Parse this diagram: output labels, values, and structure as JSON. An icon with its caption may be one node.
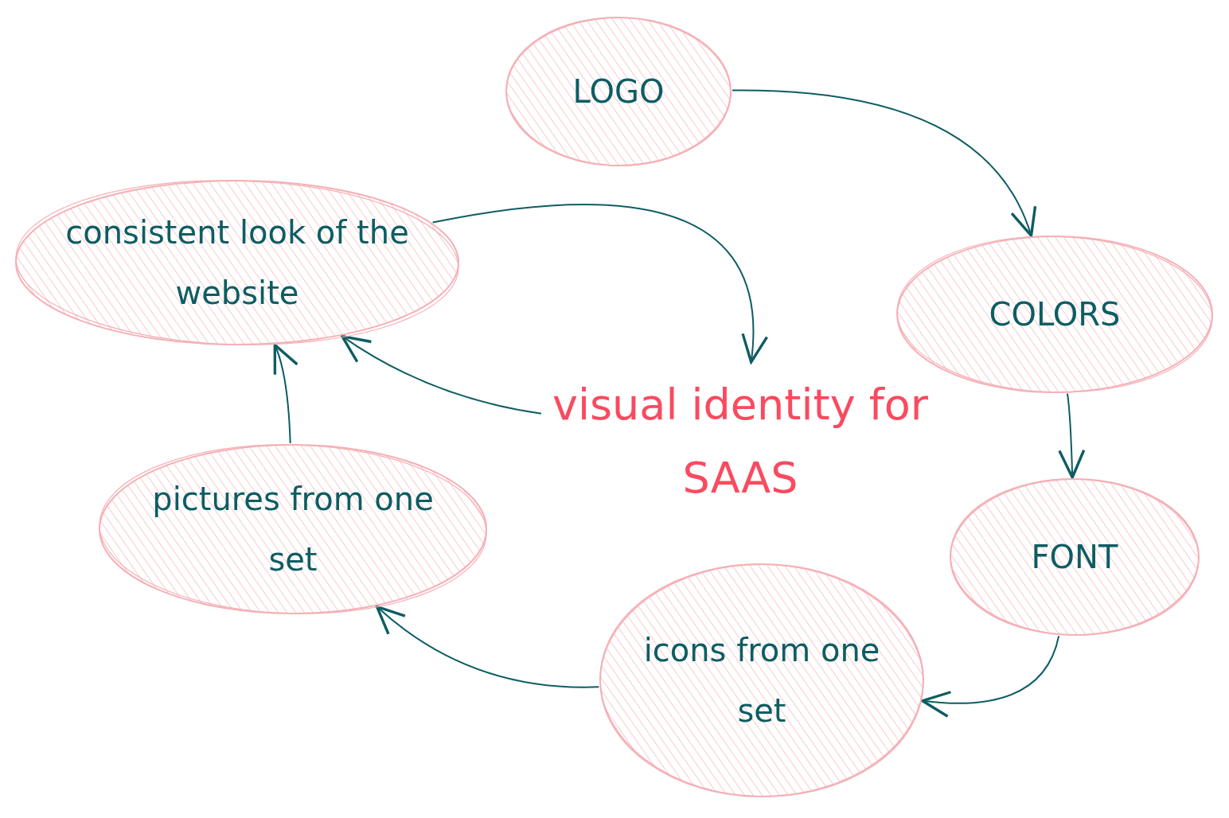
{
  "diagram": {
    "nodes": [
      {
        "text": [
          "LOGO"
        ]
      },
      {
        "text": [
          "COLORS"
        ]
      },
      {
        "text": [
          "FONT"
        ]
      },
      {
        "text": [
          "icons from one set"
        ]
      },
      {
        "text": [
          "pictures from one set"
        ]
      },
      {
        "text": [
          "consistent look of the website"
        ]
      },
      {
        "text": [
          "visual identity for SAAS"
        ]
      }
    ],
    "edges": [
      {
        "from": 0,
        "to": 1,
        "arrow": "to"
      },
      {
        "from": 1,
        "to": 2,
        "arrow": "to"
      },
      {
        "from": 2,
        "to": 3,
        "arrow": "to"
      },
      {
        "from": 3,
        "to": 4,
        "arrow": "to"
      },
      {
        "from": 4,
        "to": 5,
        "arrow": "to"
      },
      {
        "from": 5,
        "to": 6,
        "arrow": "to"
      },
      {
        "from": 6,
        "to": 5,
        "arrow": "to"
      }
    ]
  }
}
